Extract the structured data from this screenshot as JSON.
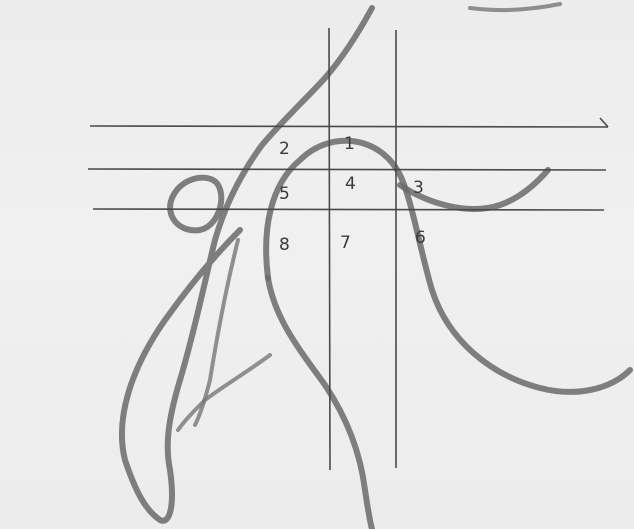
{
  "zones": [
    {
      "id": "1",
      "label": "1"
    },
    {
      "id": "2",
      "label": "2"
    },
    {
      "id": "3",
      "label": "3"
    },
    {
      "id": "4",
      "label": "4"
    },
    {
      "id": "5",
      "label": "5"
    },
    {
      "id": "6",
      "label": "6"
    },
    {
      "id": "7",
      "label": "7"
    },
    {
      "id": "8",
      "label": "8"
    }
  ],
  "colors": {
    "background": "#efefef",
    "lines": "#4a4a4a",
    "sketch": "#6a6a6a",
    "labels": "#3a3a3a"
  }
}
